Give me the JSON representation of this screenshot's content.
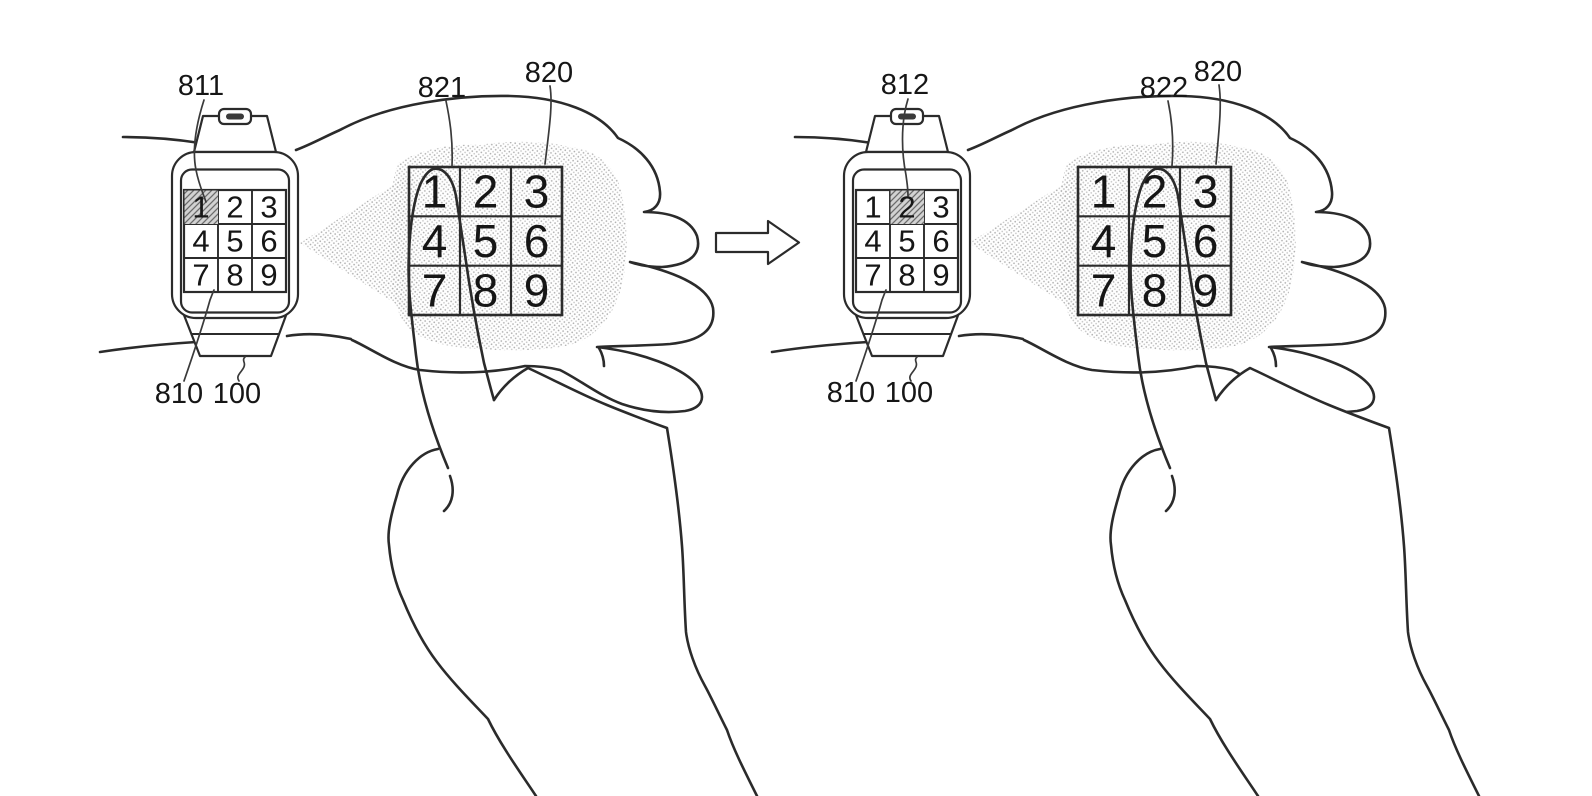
{
  "keypad_digits": [
    "1",
    "2",
    "3",
    "4",
    "5",
    "6",
    "7",
    "8",
    "9"
  ],
  "left_panel": {
    "highlighted_watch_key": "1",
    "labels": {
      "watch_key": "811",
      "projected_pointer": "821",
      "projection": "820",
      "watch_screen": "810",
      "device": "100"
    }
  },
  "right_panel": {
    "highlighted_watch_key": "2",
    "labels": {
      "watch_key": "812",
      "projected_pointer": "822",
      "projection": "820",
      "watch_screen": "810",
      "device": "100"
    }
  },
  "colors": {
    "line": "#2b2b2b",
    "stipple_dot": "#a6a6a6",
    "hatch_line": "#6b6b6b",
    "hatch_bg": "#d2d2d2",
    "background": "#ffffff"
  }
}
